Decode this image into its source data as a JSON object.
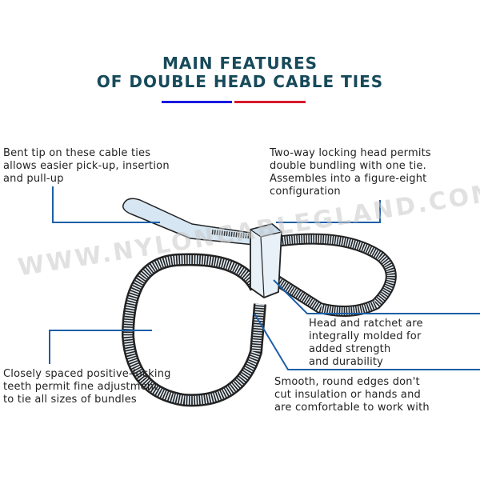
{
  "title": {
    "line1": "MAIN FEATURES",
    "line2": "OF DOUBLE HEAD CABLE TIES"
  },
  "accent_colors": {
    "title": "#174a5a",
    "bar_left": "#1a1adf",
    "bar_right": "#d91a2a",
    "leader_line": "#1d5fa8"
  },
  "callouts": {
    "bent_tip": "Bent tip on these cable ties\nallows easier pick-up, insertion\nand pull-up",
    "two_way_head": "Two-way locking head permits\ndouble bundling with one tie.\nAssembles into a figure-eight\nconfiguration",
    "head_ratchet": "Head and ratchet are\nintegrally molded for\nadded strength\nand durability",
    "teeth": "Closely spaced positive-locking\nteeth permit fine adjustment\nto tie all sizes of bundles",
    "smooth_edges": "Smooth, round edges don't\ncut insulation or hands and\nare comfortable to work with"
  },
  "watermark": "WWW.NYLONCABLEGLAND.COM"
}
